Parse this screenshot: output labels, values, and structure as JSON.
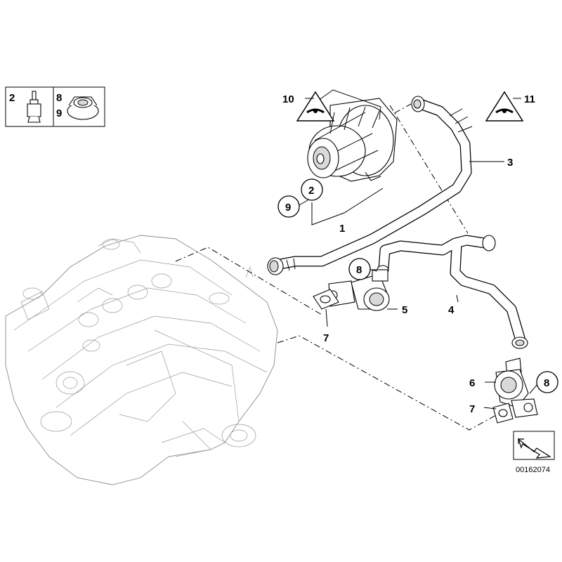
{
  "diagram": {
    "doc_number": "00162074",
    "legend_labels": [
      "2",
      "8",
      "9"
    ],
    "callouts": {
      "c1": "1",
      "c2": "2",
      "c3": "3",
      "c4": "4",
      "c5": "5",
      "c6": "6",
      "c7a": "7",
      "c7b": "7",
      "c8a": "8",
      "c8b": "8",
      "c9": "9",
      "c10": "10",
      "c11": "11"
    },
    "icons": [
      "bolt-icon",
      "nut-icon",
      "note-triangle-icon",
      "direction-arrow-icon",
      "engine-drawing",
      "air-pump-drawing",
      "valve-drawing",
      "hose-drawing",
      "gasket-drawing"
    ]
  }
}
